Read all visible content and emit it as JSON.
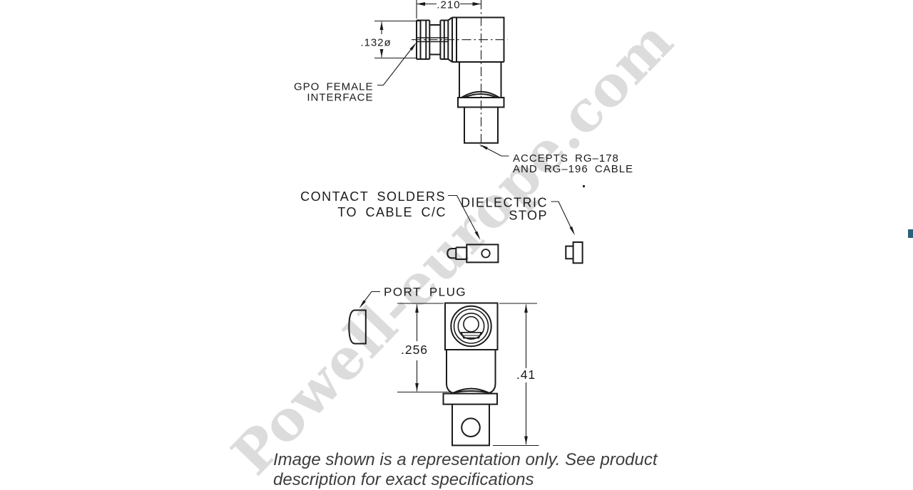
{
  "watermark": {
    "text": "Powell-europe.com",
    "color": "#dcdcdc"
  },
  "diagram": {
    "side_view": {
      "dim_width": ".210",
      "dim_interface_diameter": ".132ø",
      "label_interface_line1": "GPO FEMALE",
      "label_interface_line2": "INTERFACE",
      "label_cable_line1": "ACCEPTS RG–178",
      "label_cable_line2": "AND RG–196 CABLE"
    },
    "parts": {
      "label_contact_line1": "CONTACT SOLDERS",
      "label_contact_line2": "TO CABLE C/C",
      "label_dielectric_line1": "DIELECTRIC",
      "label_dielectric_line2": "STOP"
    },
    "front_view": {
      "label_port_plug": "PORT PLUG",
      "dim_body_height": ".256",
      "dim_total_height": ".41"
    }
  },
  "caption": {
    "line1": "Image shown is a representation only. See product",
    "line2": "description for exact specifications",
    "color": "#3d3d3d"
  },
  "edge_marker": {
    "color": "#2a617c"
  },
  "line_color": "#1b1b1b"
}
